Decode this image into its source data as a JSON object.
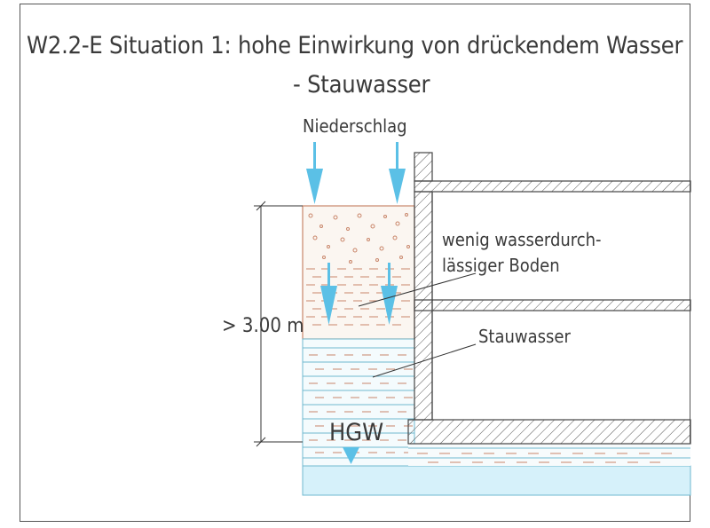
{
  "title_line1": "W2.2-E Situation 1: hohe Einwirkung von drückendem Wasser",
  "title_line2": "- Stauwasser",
  "labels": {
    "precipitation": "Niederschlag",
    "soil_line1": "wenig wasserdurch-",
    "soil_line2": "lässiger Boden",
    "perched_water": "Stauwasser",
    "dimension": "> 3.00 m",
    "groundwater": "HGW"
  },
  "colors": {
    "water_arrow": "#5bc0e6",
    "soil_hatch": "#c9866a",
    "water_hatch": "#6fb8cf",
    "groundwater_fill": "#d6f1fa"
  }
}
